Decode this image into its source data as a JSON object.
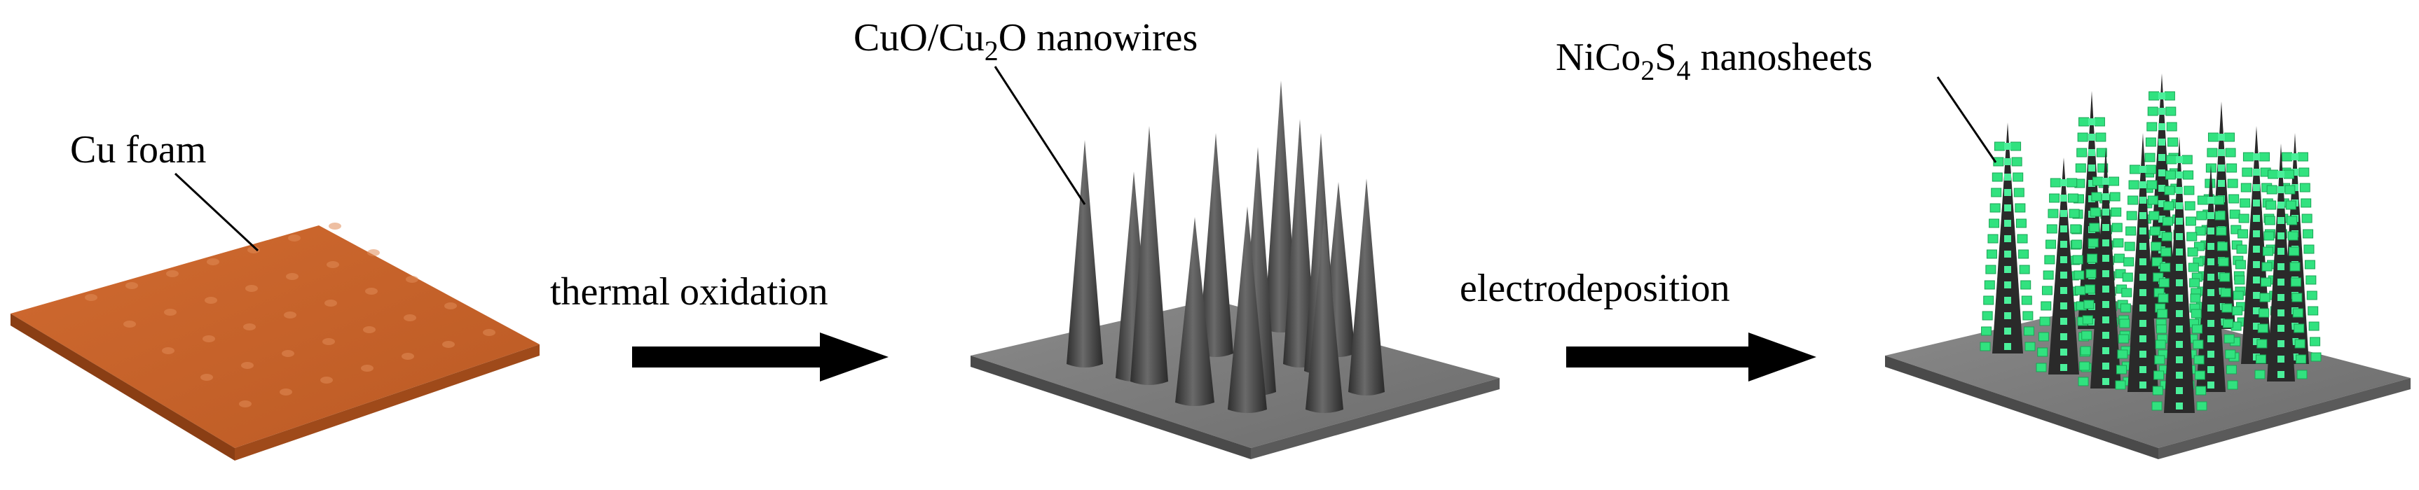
{
  "stages": [
    {
      "id": "foam",
      "label": "Cu foam",
      "color": "#c8652d"
    },
    {
      "id": "nanowires",
      "label_parts": [
        {
          "text": "CuO/Cu"
        },
        {
          "text": "2",
          "sub": true
        },
        {
          "text": "O nanowires"
        }
      ],
      "color": "#4a4a4a"
    },
    {
      "id": "nanosheets",
      "label_parts": [
        {
          "text": "NiCo"
        },
        {
          "text": "2",
          "sub": true
        },
        {
          "text": "S"
        },
        {
          "text": "4",
          "sub": true
        },
        {
          "text": " nanosheets"
        }
      ],
      "color": "#2ee07e"
    }
  ],
  "steps": [
    {
      "label": "thermal oxidation"
    },
    {
      "label": "electrodeposition"
    }
  ],
  "colors": {
    "substrate": "#7a7a7a",
    "cone_dark": "#3a3a3a",
    "arrow": "#000000"
  }
}
